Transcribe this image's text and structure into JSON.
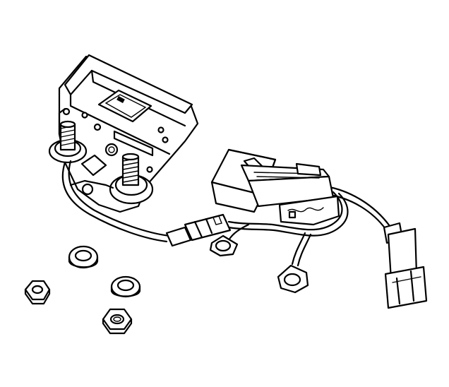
{
  "figure": {
    "components": [
      "mounting-bracket",
      "stud-left",
      "stud-center",
      "wiring-harness",
      "inline-connector",
      "relay-module",
      "wire-connector-right",
      "ring-terminal-1",
      "ring-terminal-2",
      "washer-1",
      "washer-2",
      "hex-nut-1",
      "hex-nut-2"
    ],
    "colors": {
      "line": "#000000",
      "background": "#ffffff"
    }
  }
}
